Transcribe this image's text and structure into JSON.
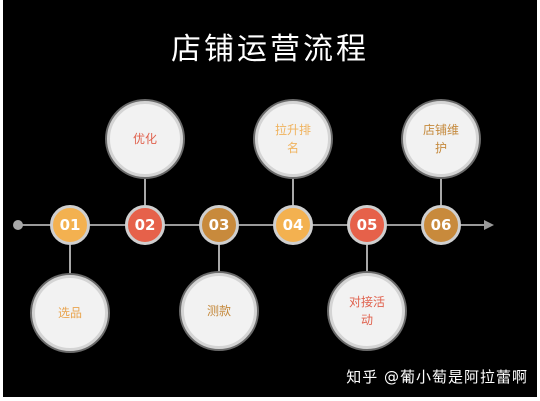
{
  "title": "店铺运营流程",
  "steps": [
    {
      "number": "01",
      "color": "#f3b150",
      "label": "选品",
      "label_color": "#e9a44e",
      "position": "below"
    },
    {
      "number": "02",
      "color": "#e6614a",
      "label": "优化",
      "label_color": "#e0614d",
      "position": "above"
    },
    {
      "number": "03",
      "color": "#c88a3c",
      "label": "测款",
      "label_color": "#c58a3d",
      "position": "below"
    },
    {
      "number": "04",
      "color": "#f3b150",
      "label": "拉升排名",
      "label_color": "#f0b35e",
      "position": "above"
    },
    {
      "number": "05",
      "color": "#e6614a",
      "label": "对接活动",
      "label_color": "#e0614d",
      "position": "below"
    },
    {
      "number": "06",
      "color": "#c88a3c",
      "label": "店铺维护",
      "label_color": "#c58a3d",
      "position": "above"
    }
  ],
  "watermark": "知乎 @葡小萄是阿拉蕾啊"
}
